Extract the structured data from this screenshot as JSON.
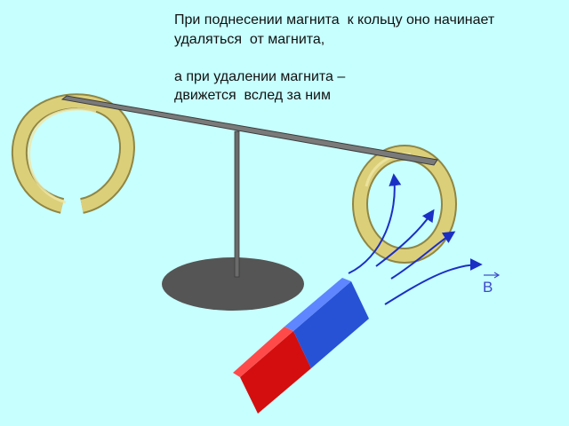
{
  "caption": {
    "line1": "При поднесении магнита  к кольцу оно начинает",
    "line2": "удаляться  от магнита,",
    "line3": "а при удалении магнита –",
    "line4": "движется  вслед за ним"
  },
  "field_vector_label": "B",
  "colors": {
    "background": "#c7ffff",
    "ring_gold": "#d9cd79",
    "ring_shadow": "#8f8644",
    "rod": "#5c5c5c",
    "base": "#555555",
    "magnet_north": "#e01010",
    "magnet_south": "#2a55d8",
    "field_lines": "#1b2fc4"
  }
}
